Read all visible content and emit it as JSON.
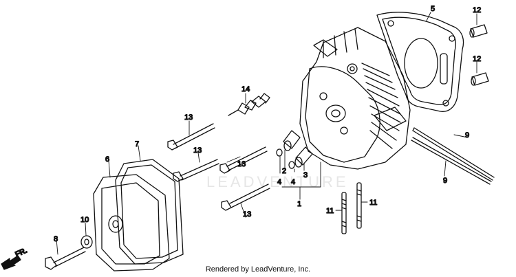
{
  "watermark": "LEADVENTURE",
  "caption": "Rendered by LeadVenture, Inc.",
  "front_label": "FR.",
  "callouts": {
    "c1": "1",
    "c2": "2",
    "c3": "3",
    "c4a": "4",
    "c4b": "4",
    "c5": "5",
    "c6": "6",
    "c7": "7",
    "c8": "8",
    "c9a": "9",
    "c9b": "9",
    "c10": "10",
    "c11a": "11",
    "c11b": "11",
    "c12a": "12",
    "c12b": "12",
    "c13a": "13",
    "c13b": "13",
    "c13c": "13",
    "c13d": "13",
    "c14": "14"
  }
}
